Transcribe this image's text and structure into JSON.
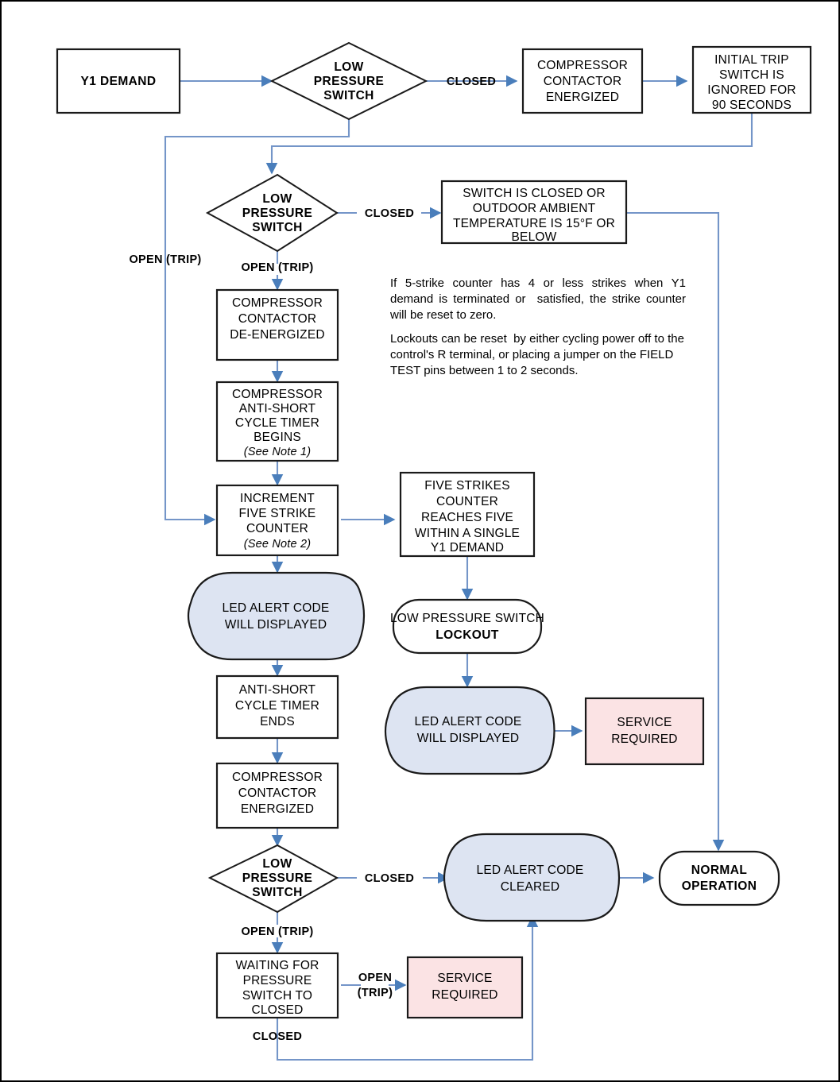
{
  "diagram": {
    "title": "Low Pressure Switch Control Flowchart",
    "colors": {
      "connector": "#7495c8",
      "arrowhead": "#4a7ebb",
      "shape_border": "#1a1a1a",
      "fill_white": "#ffffff",
      "fill_blue": "#dde4f2",
      "fill_pink": "#fbe3e4",
      "page_border": "#000000"
    },
    "nodes": {
      "y1_demand": {
        "label": "Y1 DEMAND",
        "shape": "process",
        "fill": "white",
        "bold": true
      },
      "lps_1": {
        "label_l1": "LOW",
        "label_l2": "PRESSURE",
        "label_l3": "SWITCH",
        "shape": "decision",
        "fill": "white",
        "bold": true
      },
      "compressor_contactor_energized_1": {
        "label_l1": "COMPRESSOR",
        "label_l2": "CONTACTOR",
        "label_l3": "ENERGIZED",
        "shape": "process",
        "fill": "white"
      },
      "initial_trip": {
        "label_l1": "INITIAL TRIP",
        "label_l2": "SWITCH IS",
        "label_l3": "IGNORED FOR",
        "label_l4": "90 SECONDS",
        "shape": "process",
        "fill": "white"
      },
      "lps_2": {
        "label_l1": "LOW",
        "label_l2": "PRESSURE",
        "label_l3": "SWITCH",
        "shape": "decision",
        "fill": "white",
        "bold": true
      },
      "switch_closed_or_ambient": {
        "label_l1": "SWITCH IS CLOSED OR",
        "label_l2": "OUTDOOR AMBIENT",
        "label_l3": "TEMPERATURE IS 15°F OR",
        "label_l4": "BELOW",
        "shape": "process",
        "fill": "white"
      },
      "contactor_de_energized": {
        "label_l1": "COMPRESSOR",
        "label_l2": "CONTACTOR",
        "label_l3": "DE-ENERGIZED",
        "shape": "process",
        "fill": "white"
      },
      "asc_timer_begins": {
        "label_l1": "COMPRESSOR",
        "label_l2": "ANTI-SHORT",
        "label_l3": "CYCLE TIMER",
        "label_l4": "BEGINS",
        "label_l5": "(See Note 1)",
        "shape": "process",
        "fill": "white"
      },
      "increment_counter": {
        "label_l1": "INCREMENT",
        "label_l2": "FIVE STRIKE",
        "label_l3": "COUNTER",
        "label_l4": "(See Note 2)",
        "shape": "process",
        "fill": "white"
      },
      "five_strikes_reached": {
        "label_l1": "FIVE STRIKES",
        "label_l2": "COUNTER",
        "label_l3": "REACHES FIVE",
        "label_l4": "WITHIN A SINGLE",
        "label_l5": "Y1 DEMAND",
        "shape": "process",
        "fill": "white"
      },
      "led_alert_displayed_1": {
        "label_l1": "LED ALERT CODE",
        "label_l2": "WILL DISPLAYED",
        "shape": "cloud",
        "fill": "blue"
      },
      "lps_lockout": {
        "label_l1": "LOW PRESSURE SWITCH",
        "label_l2": "LOCKOUT",
        "shape": "capsule",
        "fill": "white"
      },
      "asc_timer_ends": {
        "label_l1": "ANTI-SHORT",
        "label_l2": "CYCLE TIMER",
        "label_l3": "ENDS",
        "shape": "process",
        "fill": "white"
      },
      "led_alert_displayed_2": {
        "label_l1": "LED ALERT CODE",
        "label_l2": "WILL DISPLAYED",
        "shape": "cloud",
        "fill": "blue"
      },
      "service_required_1": {
        "label_l1": "SERVICE",
        "label_l2": "REQUIRED",
        "shape": "process",
        "fill": "pink"
      },
      "compressor_contactor_energized_2": {
        "label_l1": "COMPRESSOR",
        "label_l2": "CONTACTOR",
        "label_l3": "ENERGIZED",
        "shape": "process",
        "fill": "white"
      },
      "lps_3": {
        "label_l1": "LOW",
        "label_l2": "PRESSURE",
        "label_l3": "SWITCH",
        "shape": "decision",
        "fill": "white",
        "bold": true
      },
      "led_alert_cleared": {
        "label_l1": "LED ALERT CODE",
        "label_l2": "CLEARED",
        "shape": "cloud",
        "fill": "blue"
      },
      "normal_operation": {
        "label_l1": "NORMAL",
        "label_l2": "OPERATION",
        "shape": "capsule",
        "fill": "white",
        "bold": true
      },
      "waiting_for_switch": {
        "label_l1": "WAITING FOR",
        "label_l2": "PRESSURE",
        "label_l3": "SWITCH TO",
        "label_l4": "CLOSED",
        "shape": "process",
        "fill": "white"
      },
      "service_required_2": {
        "label_l1": "SERVICE",
        "label_l2": "REQUIRED",
        "shape": "process",
        "fill": "pink"
      }
    },
    "edge_labels": {
      "closed_1": "CLOSED",
      "open_trip_left": "OPEN (TRIP)",
      "closed_2": "CLOSED",
      "open_trip_2": "OPEN (TRIP)",
      "closed_3": "CLOSED",
      "open_trip_3": "OPEN (TRIP)",
      "open_trip_4_l1": "OPEN",
      "open_trip_4_l2": "(TRIP)",
      "closed_4": "CLOSED"
    },
    "notes": {
      "note_1": "If 5-strike counter has 4 or less strikes when Y1  demand is terminated or  satisfied, the strike counter will be reset to zero.",
      "note_2": "Lockouts can be reset  by either cycling power off to the control's R terminal, or placing a jumper on the FIELD TEST pins between 1 to 2 seconds."
    }
  }
}
